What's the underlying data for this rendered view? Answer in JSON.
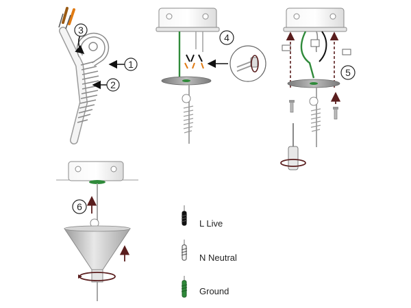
{
  "steps": [
    "1",
    "2",
    "3",
    "4",
    "5",
    "6"
  ],
  "legend": {
    "live": "L  Live",
    "neutral": "N  Neutral",
    "ground": "Ground"
  },
  "colors": {
    "ground_wire": "#2f8a3a",
    "arrow_dark": "#5a1e1e",
    "ceiling_box": "#efefef",
    "outline": "#8a8a8a",
    "shade": "#c8c8c8",
    "plate": "#9a9a9a"
  }
}
